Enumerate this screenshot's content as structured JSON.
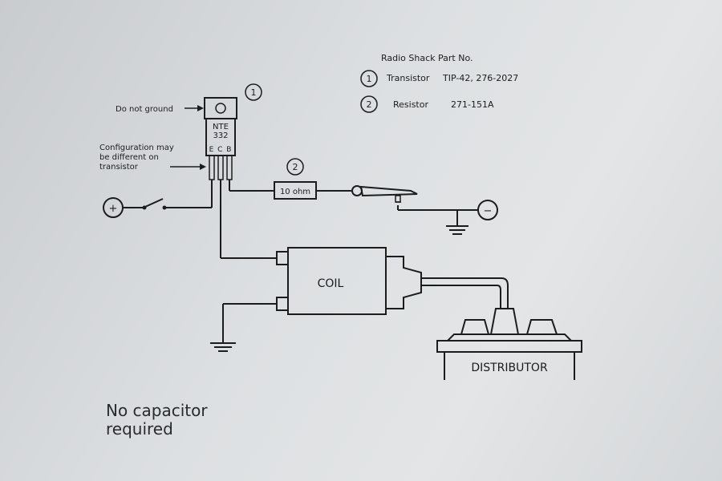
{
  "legend": {
    "title": "Radio Shack Part No.",
    "items": [
      {
        "num": "1",
        "name": "Transistor",
        "part": "TIP-42, 276-2027"
      },
      {
        "num": "2",
        "name": "Resistor",
        "part": "271-151A"
      }
    ]
  },
  "transistor": {
    "callout": "1",
    "label_line1": "NTE",
    "label_line2": "332",
    "pins": "E C B"
  },
  "resistor": {
    "callout": "2",
    "value": "10 ohm"
  },
  "notes": {
    "do_not_ground": "Do not ground",
    "config_line1": "Configuration may",
    "config_line2": "be different on",
    "config_line3": "transistor",
    "no_capacitor_line1": "No capacitor",
    "no_capacitor_line2": "required"
  },
  "terminals": {
    "positive": "+",
    "negative": "−"
  },
  "coil_label": "COIL",
  "distributor_label": "DISTRIBUTOR"
}
